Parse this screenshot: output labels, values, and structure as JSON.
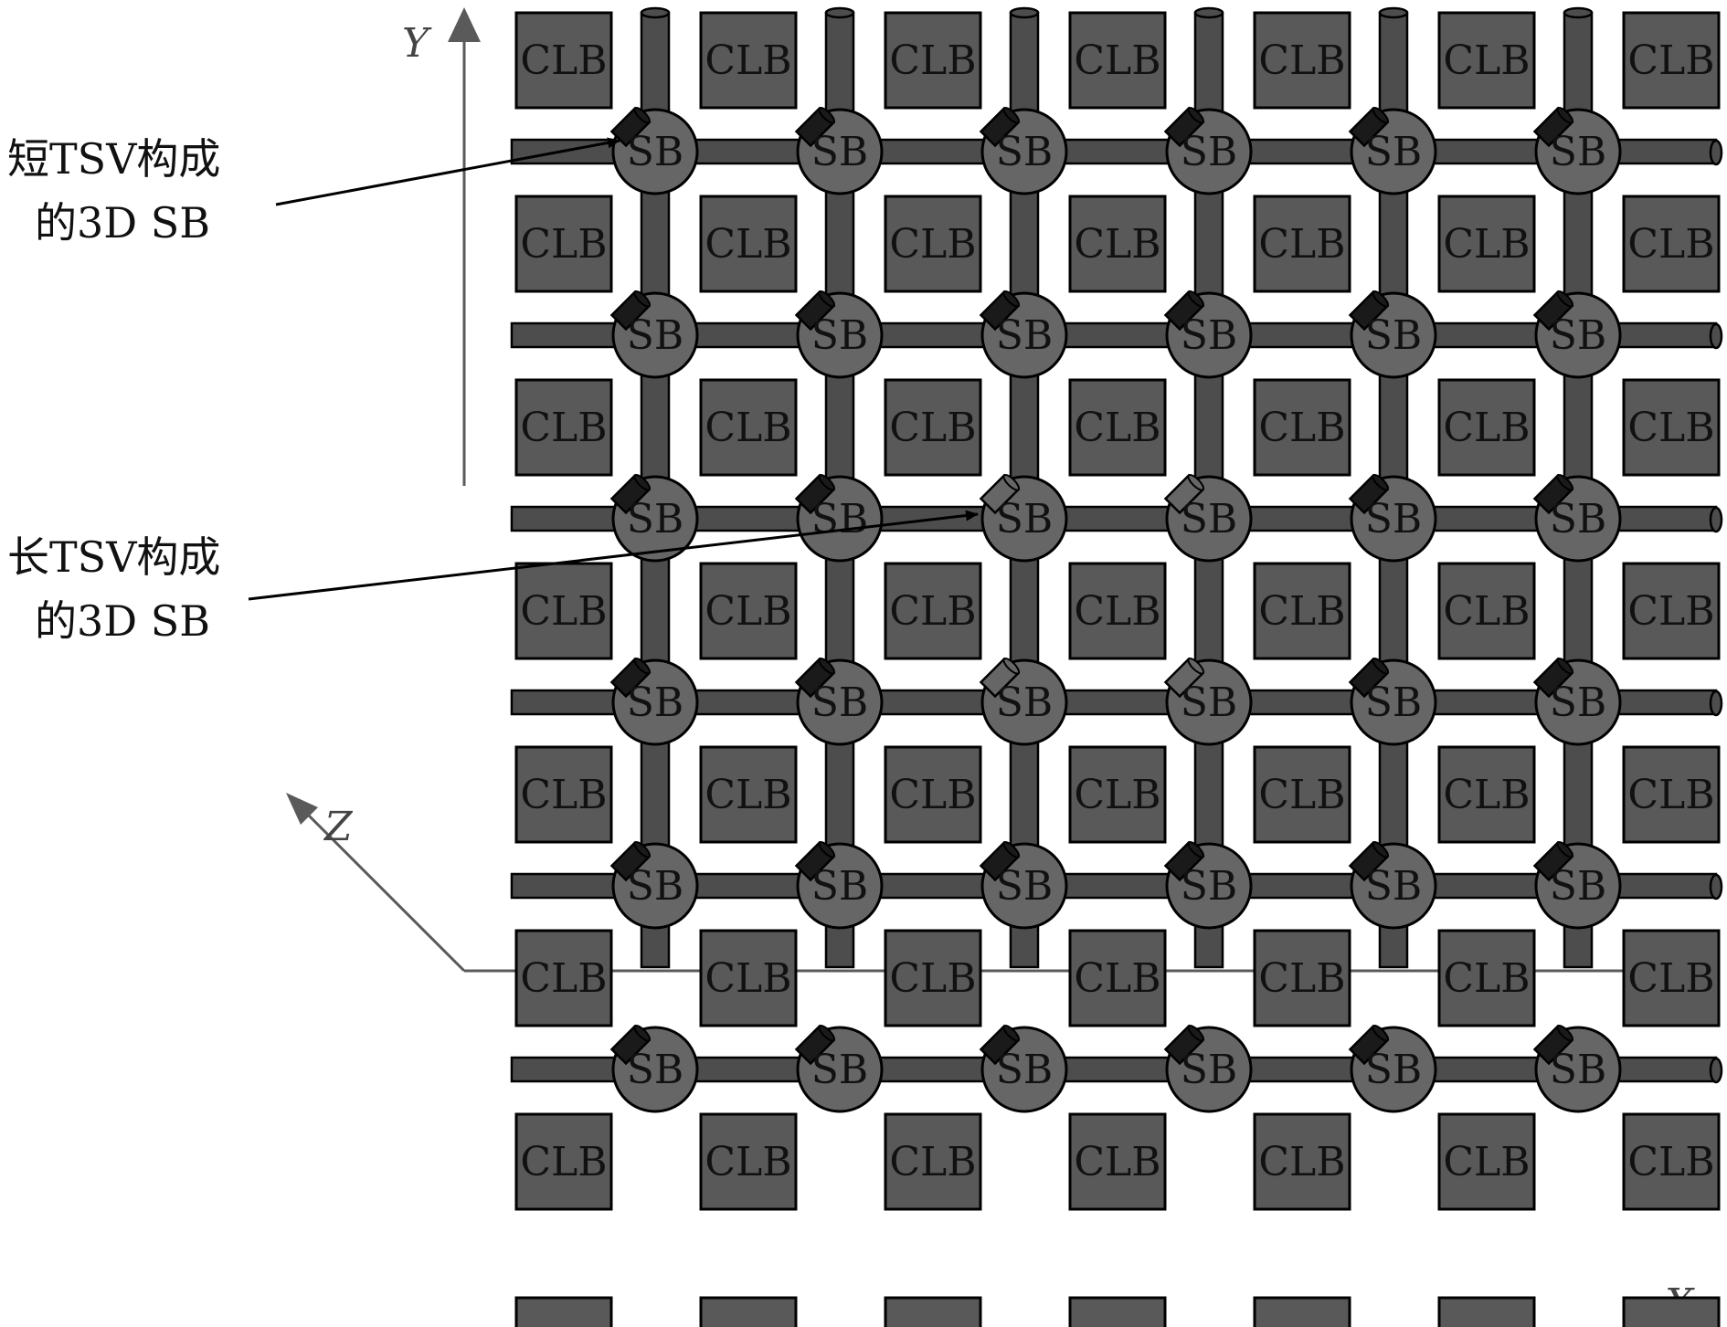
{
  "diagram": {
    "axes": {
      "x_label": "X",
      "y_label": "Y",
      "z_label": "Z"
    },
    "grid": {
      "clb_rows": 8,
      "clb_cols": 7,
      "sb_rows": 6,
      "sb_cols": 6
    },
    "clb_label": "CLB",
    "sb_label": "SB",
    "long_tsv_positions": [
      [
        2,
        2
      ],
      [
        2,
        3
      ],
      [
        3,
        2
      ],
      [
        3,
        3
      ]
    ],
    "callouts": [
      {
        "id": "short",
        "line1": "短TSV构成",
        "line2": "的3D SB",
        "target": [
          0,
          0
        ]
      },
      {
        "id": "long",
        "line1": "长TSV构成",
        "line2": "的3D SB",
        "target": [
          2,
          2
        ]
      }
    ],
    "colors": {
      "clb_fill": "#595959",
      "wire_fill": "#4d4d4d",
      "sb_fill": "#666666",
      "short_tsv_fill": "#1a1a1a",
      "long_tsv_fill": "#666666",
      "outline": "#000000",
      "axis": "#5a5a5a"
    }
  }
}
